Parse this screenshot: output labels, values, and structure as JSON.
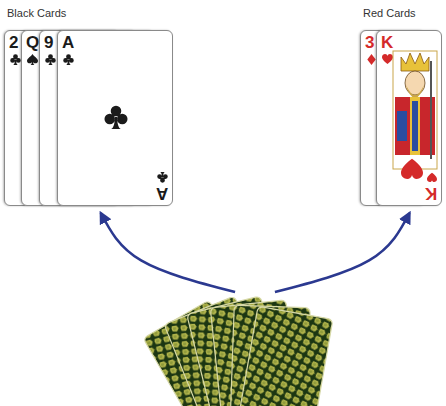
{
  "diagram": {
    "nodes": [
      {
        "text": [
          "Black Cards"
        ]
      },
      {
        "text": [
          "2"
        ],
        "in": 0
      },
      {
        "text": [
          "Q"
        ],
        "in": 0
      },
      {
        "text": [
          "9"
        ],
        "in": 0
      },
      {
        "text": [
          "A",
          "A"
        ],
        "in": 0
      },
      {
        "text": [
          "Red Cards"
        ]
      },
      {
        "text": [
          "3"
        ],
        "in": 5
      },
      {
        "text": [
          "K",
          "K"
        ],
        "in": 5
      },
      {
        "text": []
      }
    ],
    "edges": [
      {
        "from": 8,
        "to": 0,
        "arrow": "to"
      },
      {
        "from": 8,
        "to": 5,
        "arrow": "to"
      }
    ]
  }
}
